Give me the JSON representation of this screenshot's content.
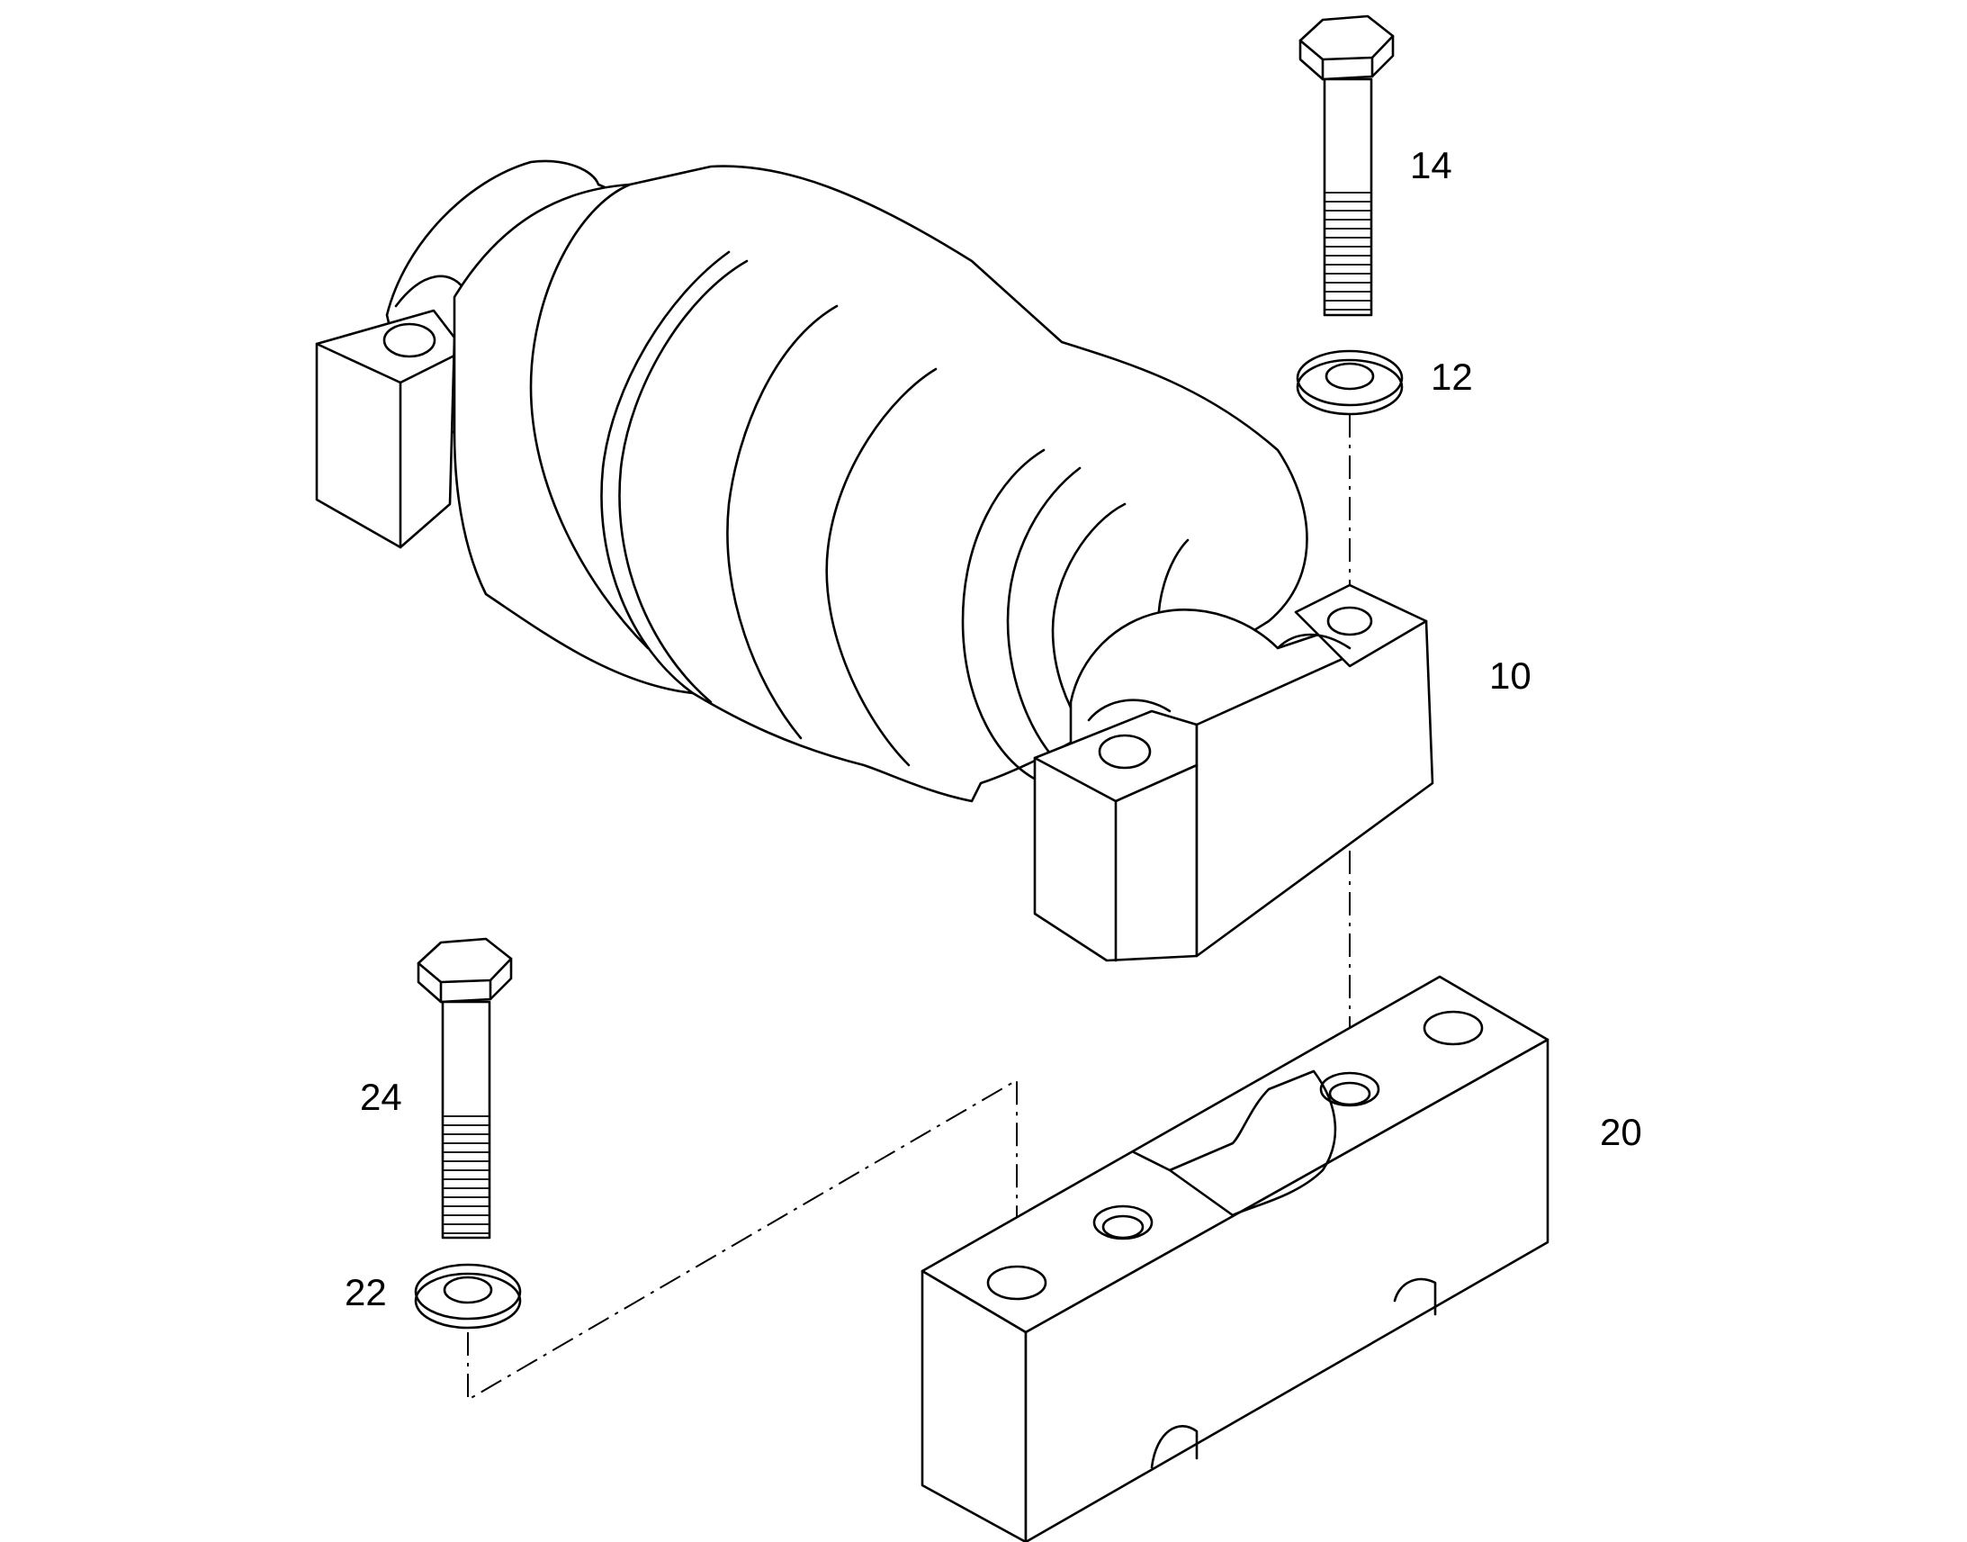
{
  "diagram": {
    "type": "exploded-parts-view",
    "line_color": "#000000",
    "background": "#ffffff",
    "callouts": [
      {
        "id": "bolt-top",
        "label": "14"
      },
      {
        "id": "washer-top",
        "label": "12"
      },
      {
        "id": "roller-assembly",
        "label": "10"
      },
      {
        "id": "bolt-bottom",
        "label": "24"
      },
      {
        "id": "washer-bottom",
        "label": "22"
      },
      {
        "id": "lower-bracket",
        "label": "20"
      }
    ]
  }
}
